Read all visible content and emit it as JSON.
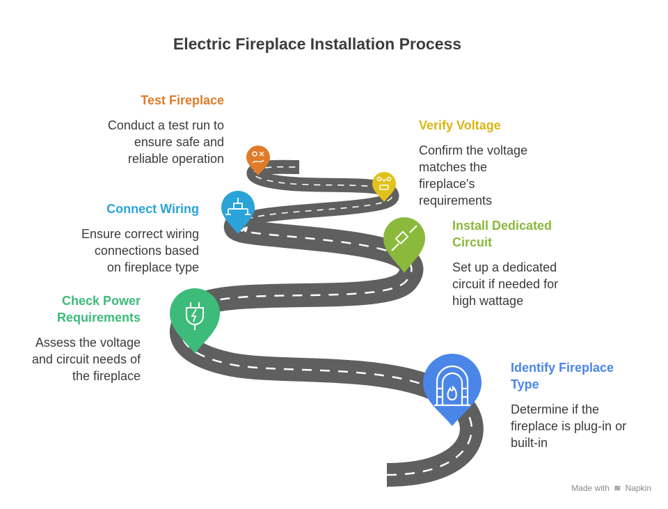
{
  "title": "Electric Fireplace Installation Process",
  "steps": [
    {
      "title": "Identify Fireplace\nType",
      "description": "Determine if the\nfireplace is plug-in or\nbuilt-in",
      "color": "#4a86e8",
      "icon": "fireplace-icon"
    },
    {
      "title": "Check Power\nRequirements",
      "description": "Assess the voltage\nand circuit needs of\nthe fireplace",
      "color": "#3dbb7a",
      "icon": "power-plug-icon"
    },
    {
      "title": "Install Dedicated\nCircuit",
      "description": "Set up a dedicated\ncircuit if needed for\nhigh wattage",
      "color": "#8ab93c",
      "icon": "circuit-icon"
    },
    {
      "title": "Connect Wiring",
      "description": "Ensure correct wiring\nconnections based\non fireplace type",
      "color": "#2aa3d9",
      "icon": "wiring-icon"
    },
    {
      "title": "Verify Voltage",
      "description": "Confirm the voltage\nmatches the\nfireplace's\nrequirements",
      "color": "#e0c21a",
      "icon": "multimeter-icon"
    },
    {
      "title": "Test Fireplace",
      "description": "Conduct a test run to\nensure safe and\nreliable operation",
      "color": "#e07b2a",
      "icon": "flame-test-icon"
    }
  ],
  "footer": {
    "prefix": "Made with",
    "brand": "Napkin"
  },
  "road_color": "#5f5f5f",
  "dash_color": "#ffffff"
}
